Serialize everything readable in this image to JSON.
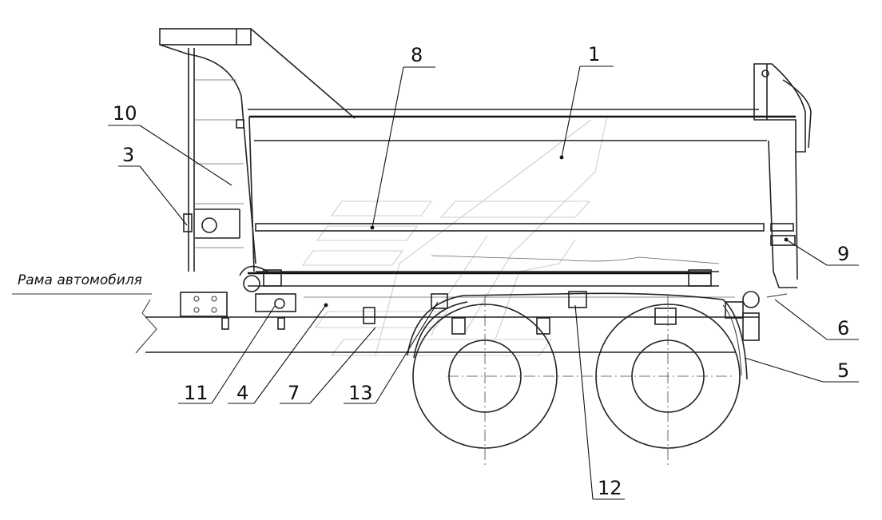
{
  "caption": "Рама автомобиля",
  "callouts": [
    {
      "id": "1",
      "label": "1"
    },
    {
      "id": "3",
      "label": "3"
    },
    {
      "id": "4",
      "label": "4"
    },
    {
      "id": "5",
      "label": "5"
    },
    {
      "id": "6",
      "label": "6"
    },
    {
      "id": "7",
      "label": "7"
    },
    {
      "id": "8",
      "label": "8"
    },
    {
      "id": "9",
      "label": "9"
    },
    {
      "id": "10",
      "label": "10"
    },
    {
      "id": "11",
      "label": "11"
    },
    {
      "id": "12",
      "label": "12"
    },
    {
      "id": "13",
      "label": "13"
    }
  ]
}
